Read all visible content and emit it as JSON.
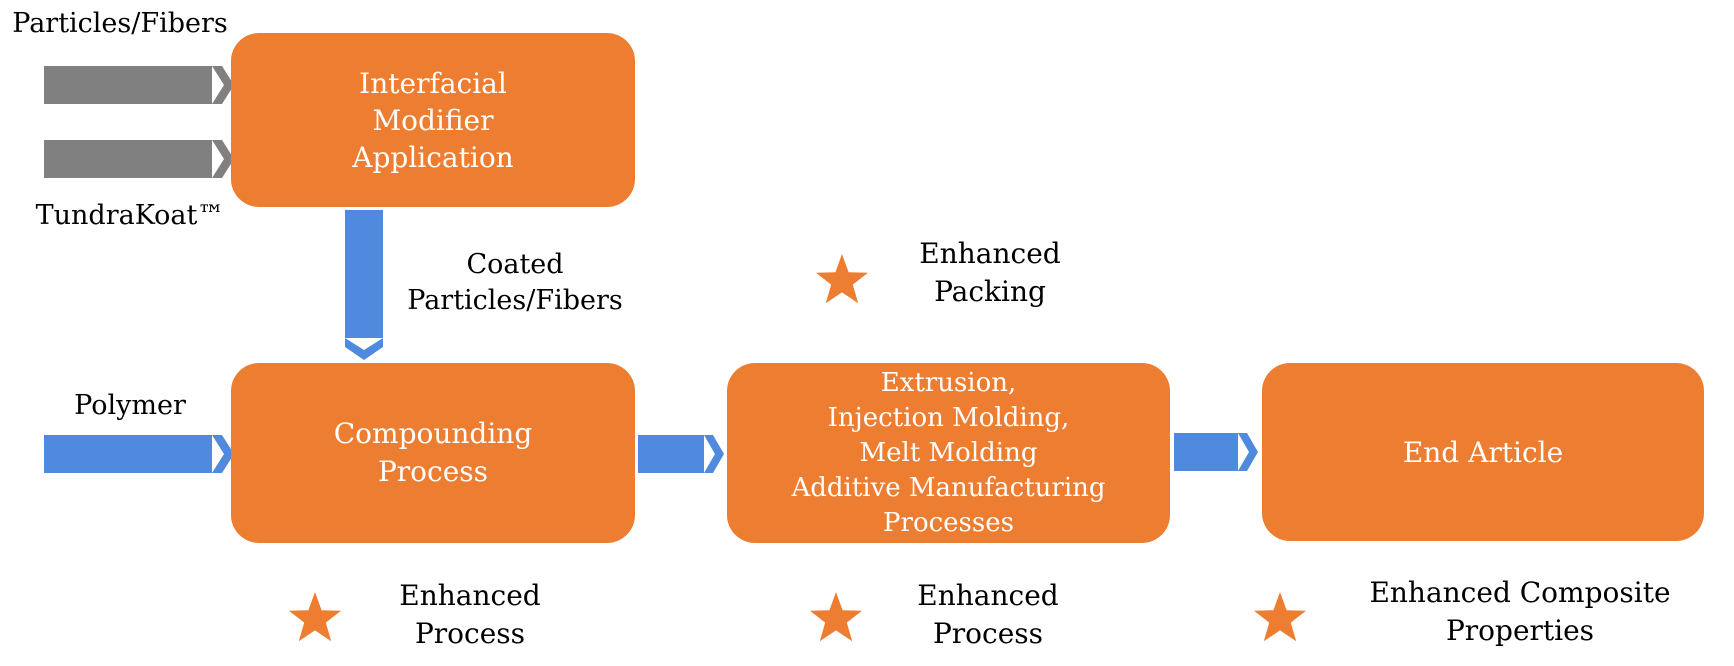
{
  "colors": {
    "process_box": "#ED7D31",
    "input_arrow_gray": "#808080",
    "flow_arrow_blue": "#4F8ADE",
    "star": "#ED7D31"
  },
  "inputs": {
    "particles_fibers": "Particles/Fibers",
    "tundrakoat": "TundraKoat™",
    "polymer": "Polymer",
    "coated": "Coated\nParticles/Fibers"
  },
  "boxes": {
    "interfacial": "Interfacial\nModifier\nApplication",
    "compounding": "Compounding\nProcess",
    "processes": "Extrusion,\nInjection Molding,\nMelt Molding\nAdditive Manufacturing\nProcesses",
    "end_article": "End Article"
  },
  "benefits": {
    "packing": "Enhanced\nPacking",
    "process_1": "Enhanced\nProcess",
    "process_2": "Enhanced\nProcess",
    "composite": "Enhanced Composite\nProperties"
  },
  "icons": {
    "star": "star-icon",
    "gray_arrow": "chevron-arrow-right-icon",
    "blue_arrow": "chevron-arrow-right-icon",
    "down_arrow": "chevron-arrow-down-icon"
  }
}
